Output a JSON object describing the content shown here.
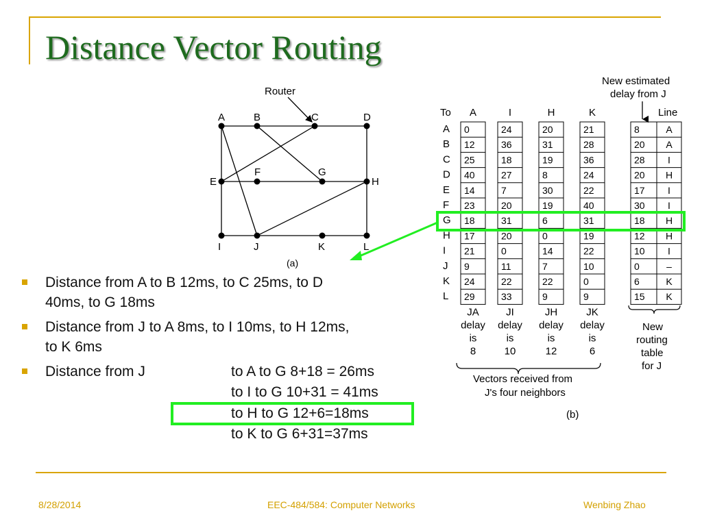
{
  "slide": {
    "title": "Distance Vector Routing",
    "colors": {
      "title": "#1e6b1e",
      "accent_line": "#d9a400",
      "highlight": "#22ee22",
      "footer": "#d3a000"
    }
  },
  "bullets": [
    {
      "lines": [
        "Distance from A to B 12ms, to C 25ms, to D",
        "40ms, to G 18ms"
      ]
    },
    {
      "lines": [
        "Distance from J to A 8ms, to I 10ms, to H 12ms,",
        "to K 6ms"
      ]
    },
    {
      "label": "Distance from J",
      "lines": [
        "to A to G 8+18 = 26ms",
        "to I to G 10+31 = 41ms",
        "to H to G 12+6=18ms",
        "to K to G 6+31=37ms"
      ]
    }
  ],
  "figure_a": {
    "router_label": "Router",
    "caption": "(a)",
    "nodes": [
      {
        "id": "A",
        "label": "A"
      },
      {
        "id": "B",
        "label": "B"
      },
      {
        "id": "C",
        "label": "C"
      },
      {
        "id": "D",
        "label": "D"
      },
      {
        "id": "E",
        "label": "E"
      },
      {
        "id": "F",
        "label": "F"
      },
      {
        "id": "G",
        "label": "G"
      },
      {
        "id": "H",
        "label": "H"
      },
      {
        "id": "I",
        "label": "I"
      },
      {
        "id": "J",
        "label": "J"
      },
      {
        "id": "K",
        "label": "K"
      },
      {
        "id": "L",
        "label": "L"
      }
    ],
    "edges": [
      [
        "A",
        "B"
      ],
      [
        "B",
        "C"
      ],
      [
        "C",
        "D"
      ],
      [
        "E",
        "F"
      ],
      [
        "F",
        "G"
      ],
      [
        "G",
        "H"
      ],
      [
        "I",
        "J"
      ],
      [
        "J",
        "K"
      ],
      [
        "K",
        "L"
      ],
      [
        "A",
        "E"
      ],
      [
        "E",
        "I"
      ],
      [
        "D",
        "H"
      ],
      [
        "H",
        "L"
      ],
      [
        "A",
        "J"
      ],
      [
        "B",
        "G"
      ],
      [
        "C",
        "E"
      ],
      [
        "J",
        "H"
      ]
    ]
  },
  "figure_b": {
    "to_label": "To",
    "dest_rows": [
      "A",
      "B",
      "C",
      "D",
      "E",
      "F",
      "G",
      "H",
      "I",
      "J",
      "K",
      "L"
    ],
    "vectors": [
      {
        "header": "A",
        "values": [
          "0",
          "12",
          "25",
          "40",
          "14",
          "23",
          "18",
          "17",
          "21",
          "9",
          "24",
          "29"
        ],
        "delay_lines": [
          "JA",
          "delay",
          "is",
          "8"
        ]
      },
      {
        "header": "I",
        "values": [
          "24",
          "36",
          "18",
          "27",
          "7",
          "20",
          "31",
          "20",
          "0",
          "11",
          "22",
          "33"
        ],
        "delay_lines": [
          "JI",
          "delay",
          "is",
          "10"
        ]
      },
      {
        "header": "H",
        "values": [
          "20",
          "31",
          "19",
          "8",
          "30",
          "19",
          "6",
          "0",
          "14",
          "7",
          "22",
          "9"
        ],
        "delay_lines": [
          "JH",
          "delay",
          "is",
          "12"
        ]
      },
      {
        "header": "K",
        "values": [
          "21",
          "28",
          "36",
          "24",
          "22",
          "40",
          "31",
          "19",
          "22",
          "10",
          "0",
          "9"
        ],
        "delay_lines": [
          "JK",
          "delay",
          "is",
          "6"
        ]
      }
    ],
    "new_table": {
      "header_line": "Line",
      "delays": [
        "8",
        "20",
        "28",
        "20",
        "17",
        "30",
        "18",
        "12",
        "10",
        "0",
        "6",
        "15"
      ],
      "lines": [
        "A",
        "A",
        "I",
        "H",
        "I",
        "I",
        "H",
        "H",
        "I",
        "–",
        "K",
        "K"
      ],
      "caption_lines": [
        "New",
        "routing",
        "table",
        "for J"
      ]
    },
    "new_estimate_lines": [
      "New estimated",
      "delay from J"
    ],
    "vectors_caption_lines": [
      "Vectors received from",
      "J's four neighbors"
    ],
    "caption": "(b)"
  },
  "footer": {
    "date": "8/28/2014",
    "course": "EEC-484/584: Computer Networks",
    "author": "Wenbing Zhao"
  }
}
